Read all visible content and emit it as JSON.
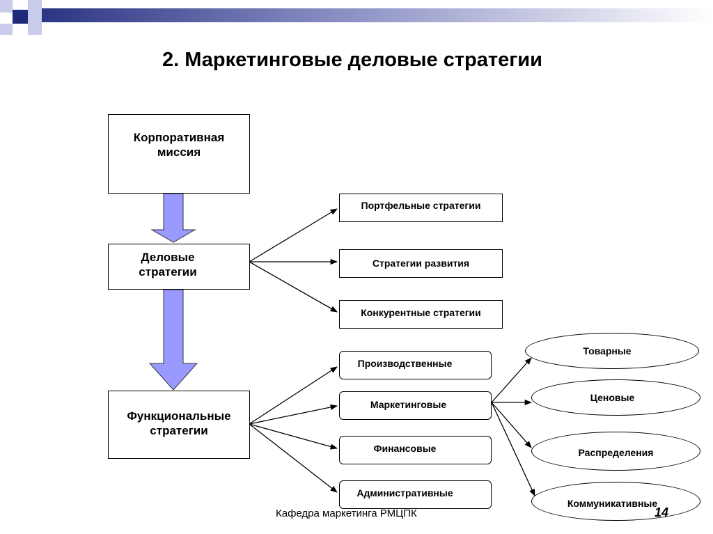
{
  "title": "2. Маркетинговые деловые стратегии",
  "colors": {
    "banner_dark": "#1f2a7a",
    "arrow_fill": "#9999ff",
    "accent_square": "#c9cbea"
  },
  "boxes": {
    "mission": "Корпоративная миссия",
    "business": "Деловые стратегии",
    "functional": "Функциональные стратегии"
  },
  "business_strategies": [
    "Портфельные стратегии",
    "Стратегии развития",
    "Конкурентные стратегии"
  ],
  "functional_strategies": [
    "Производственные",
    "Маркетинговые",
    "Финансовые",
    "Административные"
  ],
  "marketing_strategies": [
    "Товарные",
    "Ценовые",
    "Распределения",
    "Коммуникативные"
  ],
  "footer": {
    "text": "Кафедра маркетинга РМЦПК",
    "page": "14"
  }
}
